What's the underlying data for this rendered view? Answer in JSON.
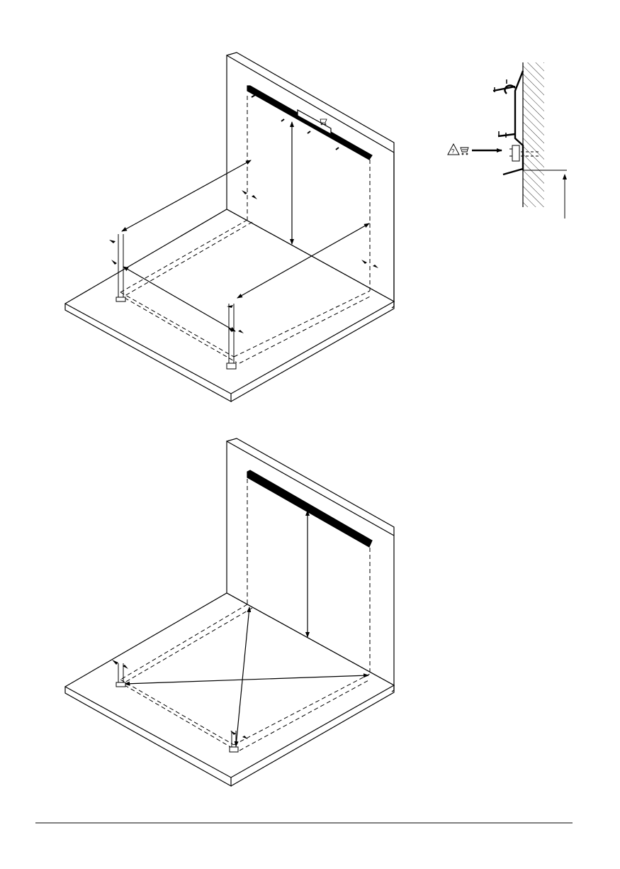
{
  "page": {
    "footer_line": true
  },
  "figures": [
    {
      "id": "top-iso",
      "description_key": "top"
    },
    {
      "id": "detail",
      "description_key": "detail"
    },
    {
      "id": "bottom-iso",
      "description_key": "bottom"
    }
  ],
  "icons": {
    "warning": "warning-triangle-icon",
    "cart": "cart-icon",
    "arrow": "arrow-right-icon"
  },
  "colors": {
    "ink": "#000000",
    "paper": "#ffffff"
  }
}
